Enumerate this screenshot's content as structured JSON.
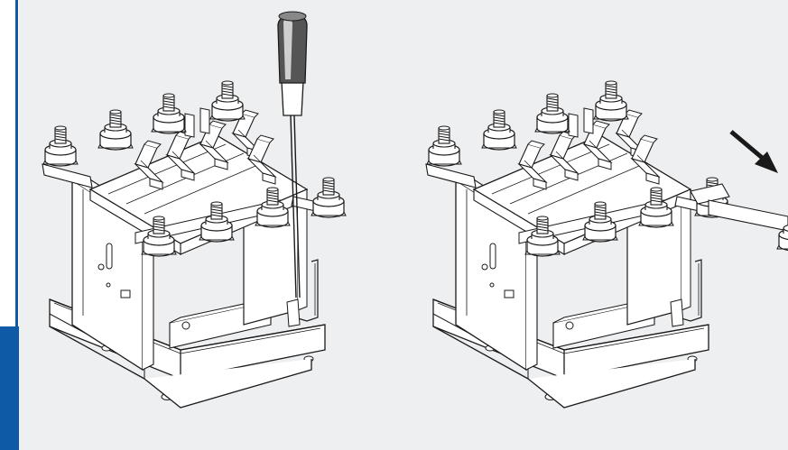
{
  "figure": {
    "panels": [
      {
        "id": "left",
        "state": "tool-inserted",
        "tool": "screwdriver"
      },
      {
        "id": "right",
        "state": "part-removed",
        "indicator": "arrow"
      }
    ]
  },
  "colors": {
    "accent": "#0f5aa6",
    "background": "#eeeff1",
    "line": "#1a1a1a",
    "part_fill": "#ffffff"
  }
}
